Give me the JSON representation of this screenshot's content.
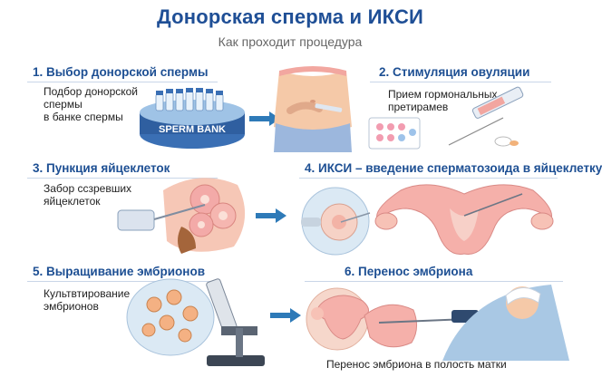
{
  "header": {
    "title": "Донорская сперма и ИКСИ",
    "subtitle": "Как проходит процедура"
  },
  "steps": [
    {
      "title": "1. Выбор донорской спермы",
      "description": [
        "Подбор донорской",
        "спермы",
        "в банке спермы"
      ],
      "image_text": "SPERM BANK"
    },
    {
      "title": "2. Стимуляция овуляции",
      "description": [
        "Прием гормональных",
        "претирамев"
      ]
    },
    {
      "title": "3. Пункция яйцеклеток",
      "description": [
        "Забор ссзревших",
        "яйцеклеток"
      ]
    },
    {
      "title": "4. ИКСИ – введение сперматозоида в яйцеклетку",
      "description": []
    },
    {
      "title": "5. Выращивание эмбрионов",
      "description": [
        "Культвтирование",
        "эмбрионов"
      ]
    },
    {
      "title": "6. Перенос эмбриона",
      "description": [
        "Перенос эмбриона в полость матки"
      ]
    }
  ],
  "colors": {
    "title": "#1f4f96",
    "step_title": "#1d4f93",
    "arrow": "#2e7ab8",
    "pink": "#f2a7a0",
    "skin": "#f5c9a8"
  }
}
